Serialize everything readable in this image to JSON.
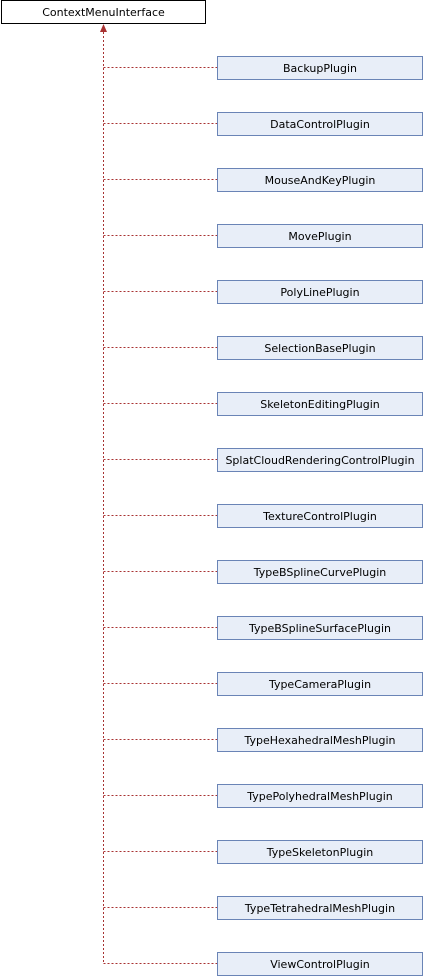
{
  "diagram": {
    "base": "ContextMenuInterface",
    "derived": [
      "BackupPlugin",
      "DataControlPlugin",
      "MouseAndKeyPlugin",
      "MovePlugin",
      "PolyLinePlugin",
      "SelectionBasePlugin",
      "SkeletonEditingPlugin",
      "SplatCloudRenderingControlPlugin",
      "TextureControlPlugin",
      "TypeBSplineCurvePlugin",
      "TypeBSplineSurfacePlugin",
      "TypeCameraPlugin",
      "TypeHexahedralMeshPlugin",
      "TypePolyhedralMeshPlugin",
      "TypeSkeletonPlugin",
      "TypeTetrahedralMeshPlugin",
      "ViewControlPlugin"
    ],
    "colors": {
      "child_fill": "#e8eef8",
      "child_stroke": "#6a84b6",
      "connector": "#a83232"
    }
  }
}
